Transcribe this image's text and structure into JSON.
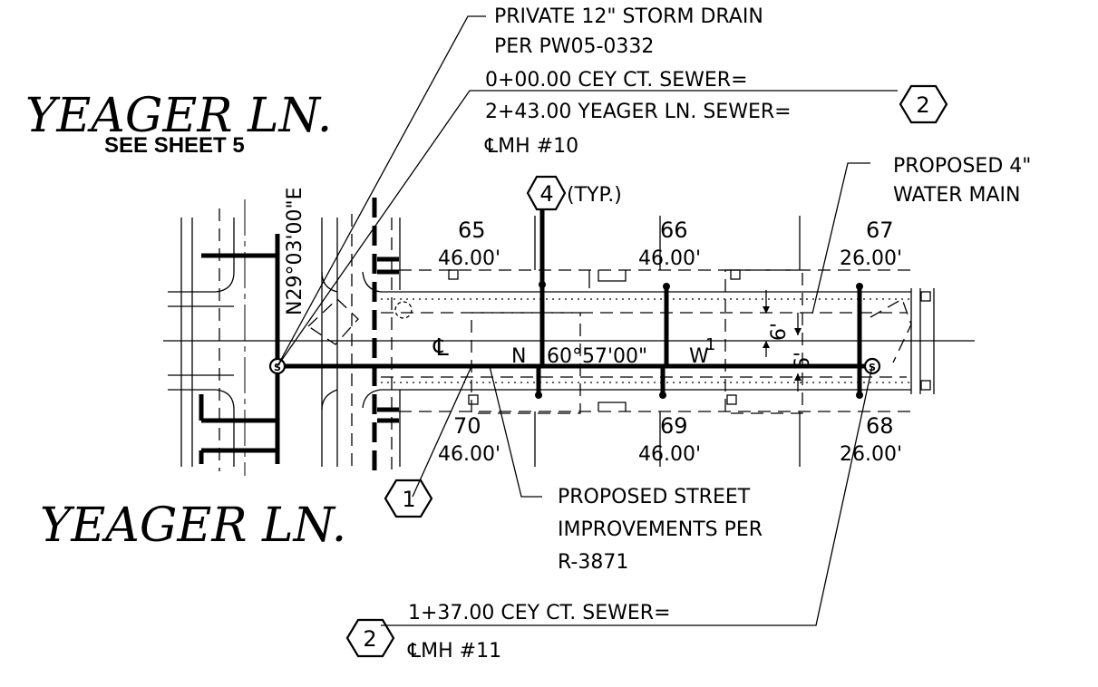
{
  "streets": {
    "yeager_top": "YEAGER  LN.",
    "see_sheet": "SEE SHEET 5",
    "yeager_bottom": "YEAGER  LN."
  },
  "bearings": {
    "vertical": "N29°03'00\"E",
    "road_n": "N",
    "road_angle": "60°57'00\"",
    "road_w": "W",
    "centerline_symbol": "℄"
  },
  "callouts": {
    "storm_drain": [
      "PRIVATE 12\" STORM DRAIN",
      "PER PW05-0332"
    ],
    "sewer_top": [
      "0+00.00 CEY CT. SEWER=",
      "2+43.00 YEAGER LN. SEWER=",
      "℄MH #10"
    ],
    "water_main": [
      "PROPOSED 4\"",
      "WATER MAIN"
    ],
    "street_improvements": [
      "PROPOSED STREET",
      "IMPROVEMENTS PER",
      "R-3871"
    ],
    "sewer_bottom": [
      "1+37.00 CEY CT. SEWER=",
      "℄MH #11"
    ],
    "typ": "(TYP.)"
  },
  "markers": {
    "m1": "1",
    "m2_top": "2",
    "m2_bottom": "2",
    "m4": "4",
    "manhole_s1": "S",
    "manhole_s2": "S"
  },
  "lots": [
    {
      "number": "65",
      "frontage": "46.00'"
    },
    {
      "number": "66",
      "frontage": "46.00'"
    },
    {
      "number": "67",
      "frontage": "26.00'"
    },
    {
      "number": "70",
      "frontage": "46.00'"
    },
    {
      "number": "69",
      "frontage": "46.00'"
    },
    {
      "number": "68",
      "frontage": "26.00'"
    }
  ],
  "dimensions": {
    "offset_a": "6'",
    "offset_b": "6'",
    "tick": "1"
  }
}
